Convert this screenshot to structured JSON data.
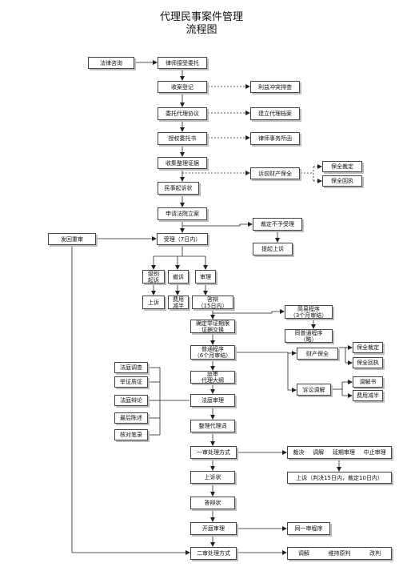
{
  "title_line1": "代理民事案件管理",
  "title_line2": "流程图",
  "nodes": {
    "legal_consult": "法律咨询",
    "accept_commission": "律师接受委托",
    "case_register": "收案登记",
    "conflict_check": "利益冲突排查",
    "agency_agreement": "委托代理协议",
    "agency_file": "建立代理档案",
    "power_of_attorney": "授权委托书",
    "firm_letter": "律师事务所函",
    "collect_evidence": "收集整理证据",
    "pre_suit_preservation": "诉前财产保全",
    "preservation_ruling": "保全裁定",
    "preservation_receipt": "保全回执",
    "civil_complaint": "民事起诉状",
    "apply_filing": "申请法院立案",
    "ruling_not_accept": "裁定不予受理",
    "appeal_filed": "提起上诉",
    "remand_retrial": "发回重审",
    "case_accepted": "受理（7日内）",
    "jurisdiction_objection": "级别\n起诉",
    "withdraw": "撤诉",
    "review": "审理",
    "appeal_left": "上诉",
    "fee_halved": "费用\n减半",
    "defense": "答辩\n（15日内）",
    "simple_procedure": "简易程序\n（3个月审结）",
    "confirm_evidence": "确定举证期限\n证据交换",
    "ordinary_procedure": "普通程序\n（6个月审结）",
    "same_simple": "同普通程序\n（略）",
    "property_preservation": "财产保全",
    "ruling_right": "保全裁定",
    "receipt_right": "保全回执",
    "pretrial_agent": "庭审\n代理大纲",
    "litigation_mediation": "诉讼调解",
    "mediation_doc": "调解书",
    "fee_half_right": "费用减半",
    "court_investigation": "法庭调查",
    "evidence_crossexam": "举证质证",
    "court_debate": "法庭辩论",
    "final_statement": "最后陈述",
    "check_record": "核对笔录",
    "court_hearing": "法庭审理",
    "agent_opinion": "整理代理词",
    "first_instance": "一审处理方式",
    "outcomes_first": [
      "裁决",
      "调解",
      "延期审理",
      "中止审理"
    ],
    "appeal_petition": "上诉状",
    "appeal_deadline": "上诉（判决15日内，裁定10日内）",
    "defense_statement": "答辩状",
    "court_hearing2": "开庭审理",
    "same_first": "同一审程序",
    "second_instance": "二审处理方式",
    "outcomes_second": [
      "调解",
      "维持原判",
      "改判"
    ]
  }
}
